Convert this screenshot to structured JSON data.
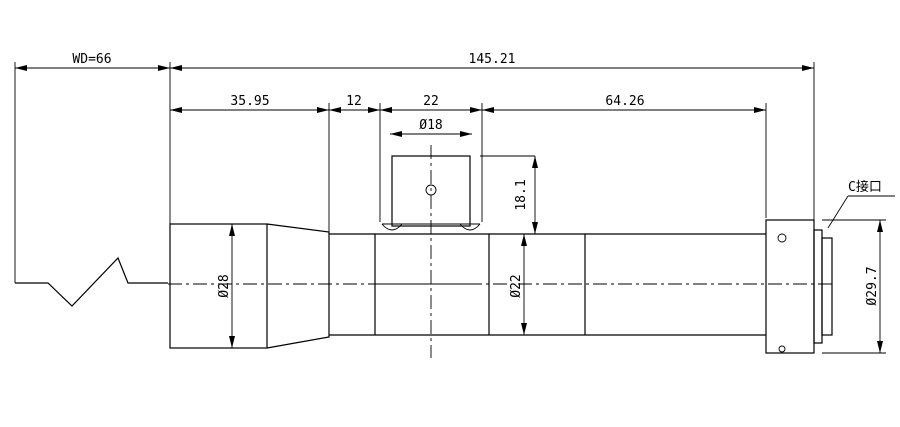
{
  "drawing": {
    "wd_label": "WD=66",
    "total_length": "145.21",
    "seg_front": "35.95",
    "seg_gap": "12",
    "seg_mount": "22",
    "seg_rear": "64.26",
    "mount_hole_dia": "Ø18",
    "mount_height": "18.1",
    "front_dia": "Ø28",
    "body_dia": "Ø22",
    "rear_dia": "Ø29.7",
    "c_mount_label": "C接口"
  }
}
